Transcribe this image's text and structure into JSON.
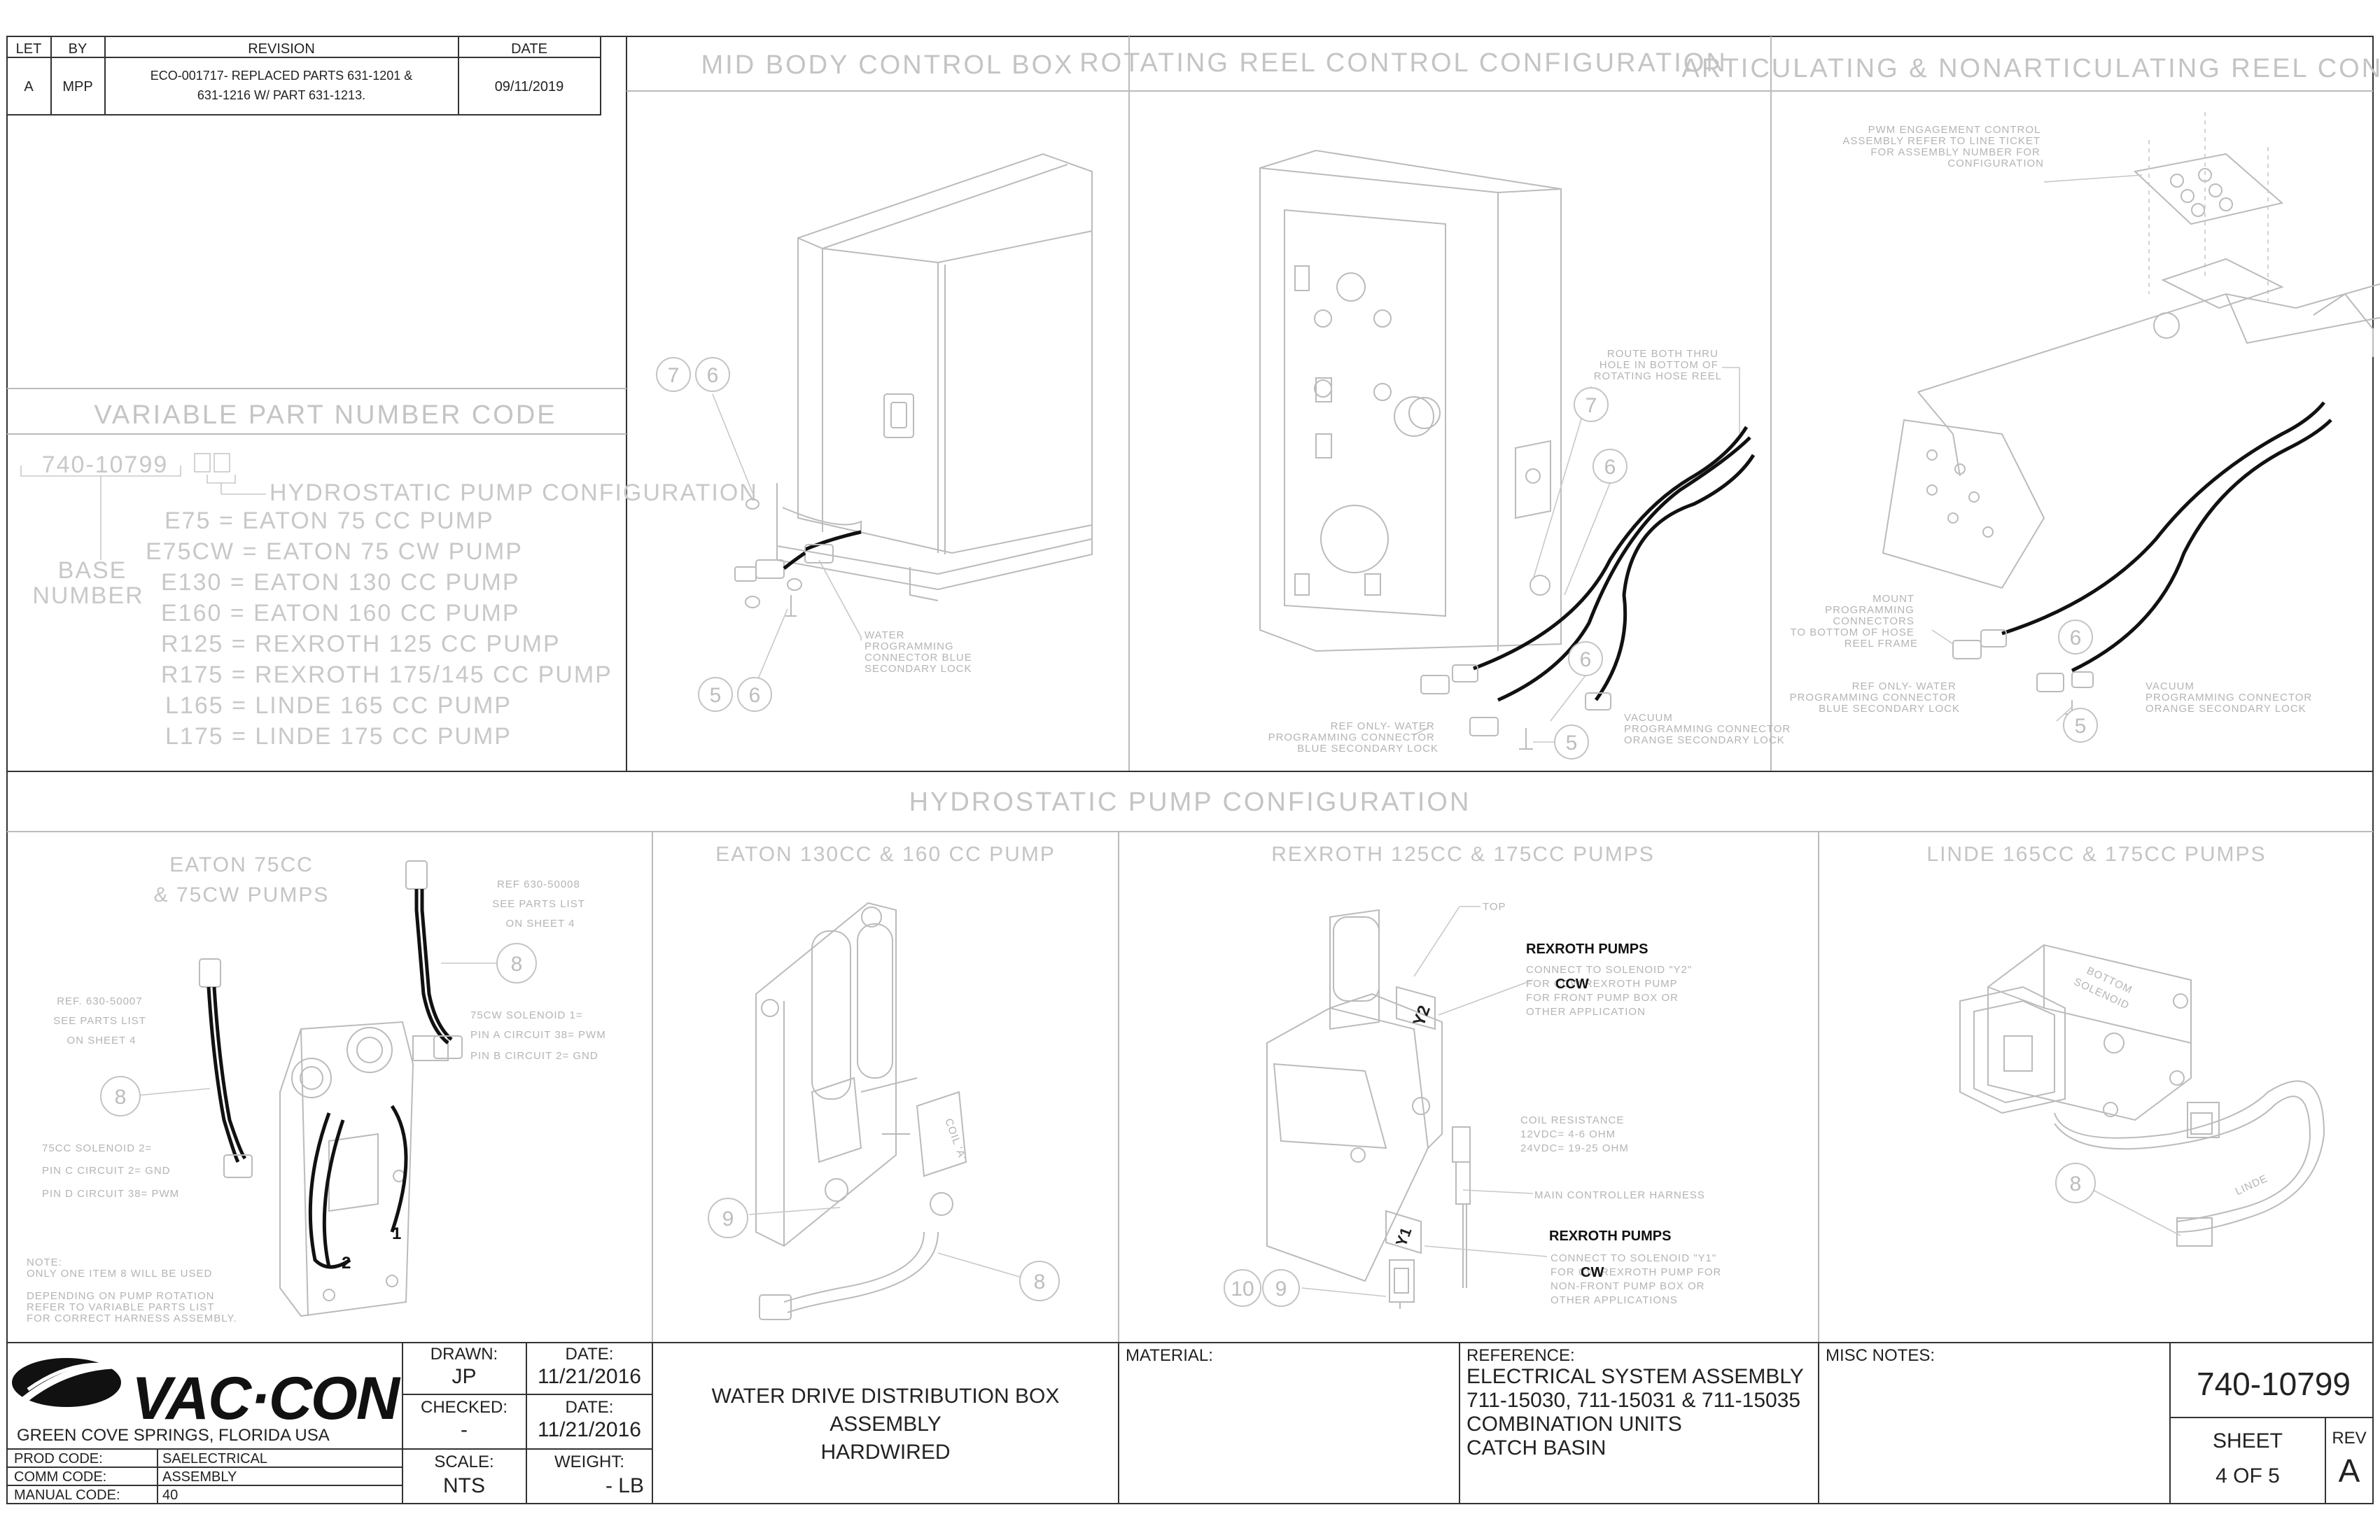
{
  "revision_table": {
    "headers": [
      "LET",
      "BY",
      "REVISION",
      "DATE"
    ],
    "row": {
      "let": "A",
      "by": "MPP",
      "revision_line1": "ECO-001717- REPLACED PARTS 631-1201 &",
      "revision_line2": "631-1216 W/ PART 631-1213.",
      "date": "09/11/2019"
    }
  },
  "views": {
    "mid_body": "MID BODY CONTROL BOX",
    "rotating_reel": "ROTATING REEL CONTROL CONFIGURATION",
    "articulating": "ARTICULATING & NONARTICULATING REEL CONTROL",
    "hydro_title": "HYDROSTATIC PUMP CONFIGURATION",
    "eaton75_line1": "EATON 75CC",
    "eaton75_line2": "& 75CW PUMPS",
    "eaton130": "EATON 130CC & 160 CC PUMP",
    "rexroth": "REXROTH 125CC & 175CC PUMPS",
    "linde": "LINDE 165CC & 175CC PUMPS"
  },
  "vpn": {
    "title": "VARIABLE PART NUMBER CODE",
    "base": "740-10799",
    "hydro_label": "HYDROSTATIC PUMP CONFIGURATION",
    "base_label_1": "BASE",
    "base_label_2": "NUMBER",
    "codes": [
      "E75 = EATON 75 CC PUMP",
      "E75CW = EATON 75 CW PUMP",
      "E130 = EATON 130 CC PUMP",
      "E160 = EATON 160 CC PUMP",
      "R125 = REXROTH 125 CC PUMP",
      "R175 = REXROTH 175/145 CC PUMP",
      "L165 = LINDE 165 CC PUMP",
      "L175 = LINDE 175 CC PUMP"
    ]
  },
  "notes": {
    "water_conn_1": [
      "WATER",
      "PROGRAMMING",
      "CONNECTOR BLUE",
      "SECONDARY LOCK"
    ],
    "route": [
      "ROUTE BOTH THRU",
      "HOLE IN BOTTOM OF",
      "ROTATING HOSE REEL"
    ],
    "ref_water_2": [
      "REF ONLY- WATER",
      "PROGRAMMING CONNECTOR",
      "BLUE SECONDARY LOCK"
    ],
    "vacuum_2": [
      "VACUUM",
      "PROGRAMMING CONNECTOR",
      "ORANGE SECONDARY LOCK"
    ],
    "pwm": [
      "PWM ENGAGEMENT CONTROL",
      "ASSEMBLY REFER TO LINE TICKET",
      "FOR ASSEMBLY NUMBER FOR",
      "CONFIGURATION"
    ],
    "mount": [
      "MOUNT",
      "PROGRAMMING",
      "CONNECTORS",
      "TO BOTTOM OF HOSE",
      "REEL FRAME"
    ],
    "ref_water_3": [
      "REF ONLY- WATER",
      "PROGRAMMING CONNECTOR",
      "BLUE SECONDARY LOCK"
    ],
    "vacuum_3": [
      "VACUUM",
      "PROGRAMMING CONNECTOR",
      "ORANGE SECONDARY LOCK"
    ],
    "ref_630_50008": [
      "REF 630-50008",
      "SEE PARTS LIST",
      "ON SHEET 4"
    ],
    "ref_630_50007": [
      "REF. 630-50007",
      "SEE PARTS LIST",
      "ON SHEET 4"
    ],
    "sol1": [
      "75CW SOLENOID 1=",
      "PIN A CIRCUIT 38= PWM",
      "PIN B CIRCUIT 2= GND"
    ],
    "sol2": [
      "75CC SOLENOID 2=",
      "PIN C CIRCUIT 2= GND",
      "PIN D CIRCUIT 38= PWM"
    ],
    "note_small": [
      "NOTE:",
      "ONLY ONE ITEM 8 WILL BE USED",
      "",
      "DEPENDING ON PUMP ROTATION",
      "REFER TO VARIABLE PARTS LIST",
      "FOR CORRECT HARNESS ASSEMBLY."
    ],
    "coil_a": "COIL 'A'",
    "top": "TOP",
    "y2": "Y2",
    "y1": "Y1",
    "rex_title_1": "REXROTH PUMPS",
    "rex_ccw": [
      "CONNECT TO SOLENOID \"Y2\"",
      "FOR CCW REXROTH PUMP",
      "FOR FRONT PUMP BOX OR",
      "OTHER APPLICATION"
    ],
    "coil_res": [
      "COIL RESISTANCE",
      "12VDC= 4-6 OHM",
      "24VDC= 19-25 OHM"
    ],
    "main_harness": "MAIN CONTROLLER HARNESS",
    "rex_title_2": "REXROTH PUMPS",
    "rex_cw": [
      "CONNECT TO SOLENOID \"Y1\"",
      "FOR CW REXROTH PUMP FOR",
      "NON-FRONT PUMP BOX OR",
      "OTHER APPLICATIONS"
    ],
    "bottom_solenoid": [
      "BOTTOM",
      "SOLENOID"
    ],
    "linde_mark": "LINDE",
    "ccw": "CCW",
    "cw": "CW",
    "wire1": "1",
    "wire2": "2"
  },
  "balloons": {
    "b7": "7",
    "b6": "6",
    "b5": "5",
    "b8": "8",
    "b9": "9",
    "b10": "10"
  },
  "title_block": {
    "company": "VAC·CON",
    "location": "GREEN COVE SPRINGS, FLORIDA USA",
    "prod_code_label": "PROD CODE:",
    "prod_code": "SAELECTRICAL",
    "comm_code_label": "COMM CODE:",
    "comm_code": "ASSEMBLY",
    "manual_code_label": "MANUAL CODE:",
    "manual_code": "40",
    "drawn_label": "DRAWN:",
    "drawn": "JP",
    "drawn_date_label": "DATE:",
    "drawn_date": "11/21/2016",
    "checked_label": "CHECKED:",
    "checked": "-",
    "checked_date_label": "DATE:",
    "checked_date": "11/21/2016",
    "scale_label": "SCALE:",
    "scale": "NTS",
    "weight_label": "WEIGHT:",
    "weight": "- LB",
    "title_1": "WATER DRIVE DISTRIBUTION BOX",
    "title_2": "ASSEMBLY",
    "title_3": "HARDWIRED",
    "material_label": "MATERIAL:",
    "reference_label": "REFERENCE:",
    "reference": [
      "ELECTRICAL SYSTEM ASSEMBLY",
      "711-15030, 711-15031 & 711-15035",
      "COMBINATION UNITS",
      "CATCH BASIN"
    ],
    "misc_label": "MISC NOTES:",
    "part_number": "740-10799",
    "sheet_label": "SHEET",
    "sheet": "4 OF 5",
    "rev_label": "REV",
    "rev": "A"
  }
}
